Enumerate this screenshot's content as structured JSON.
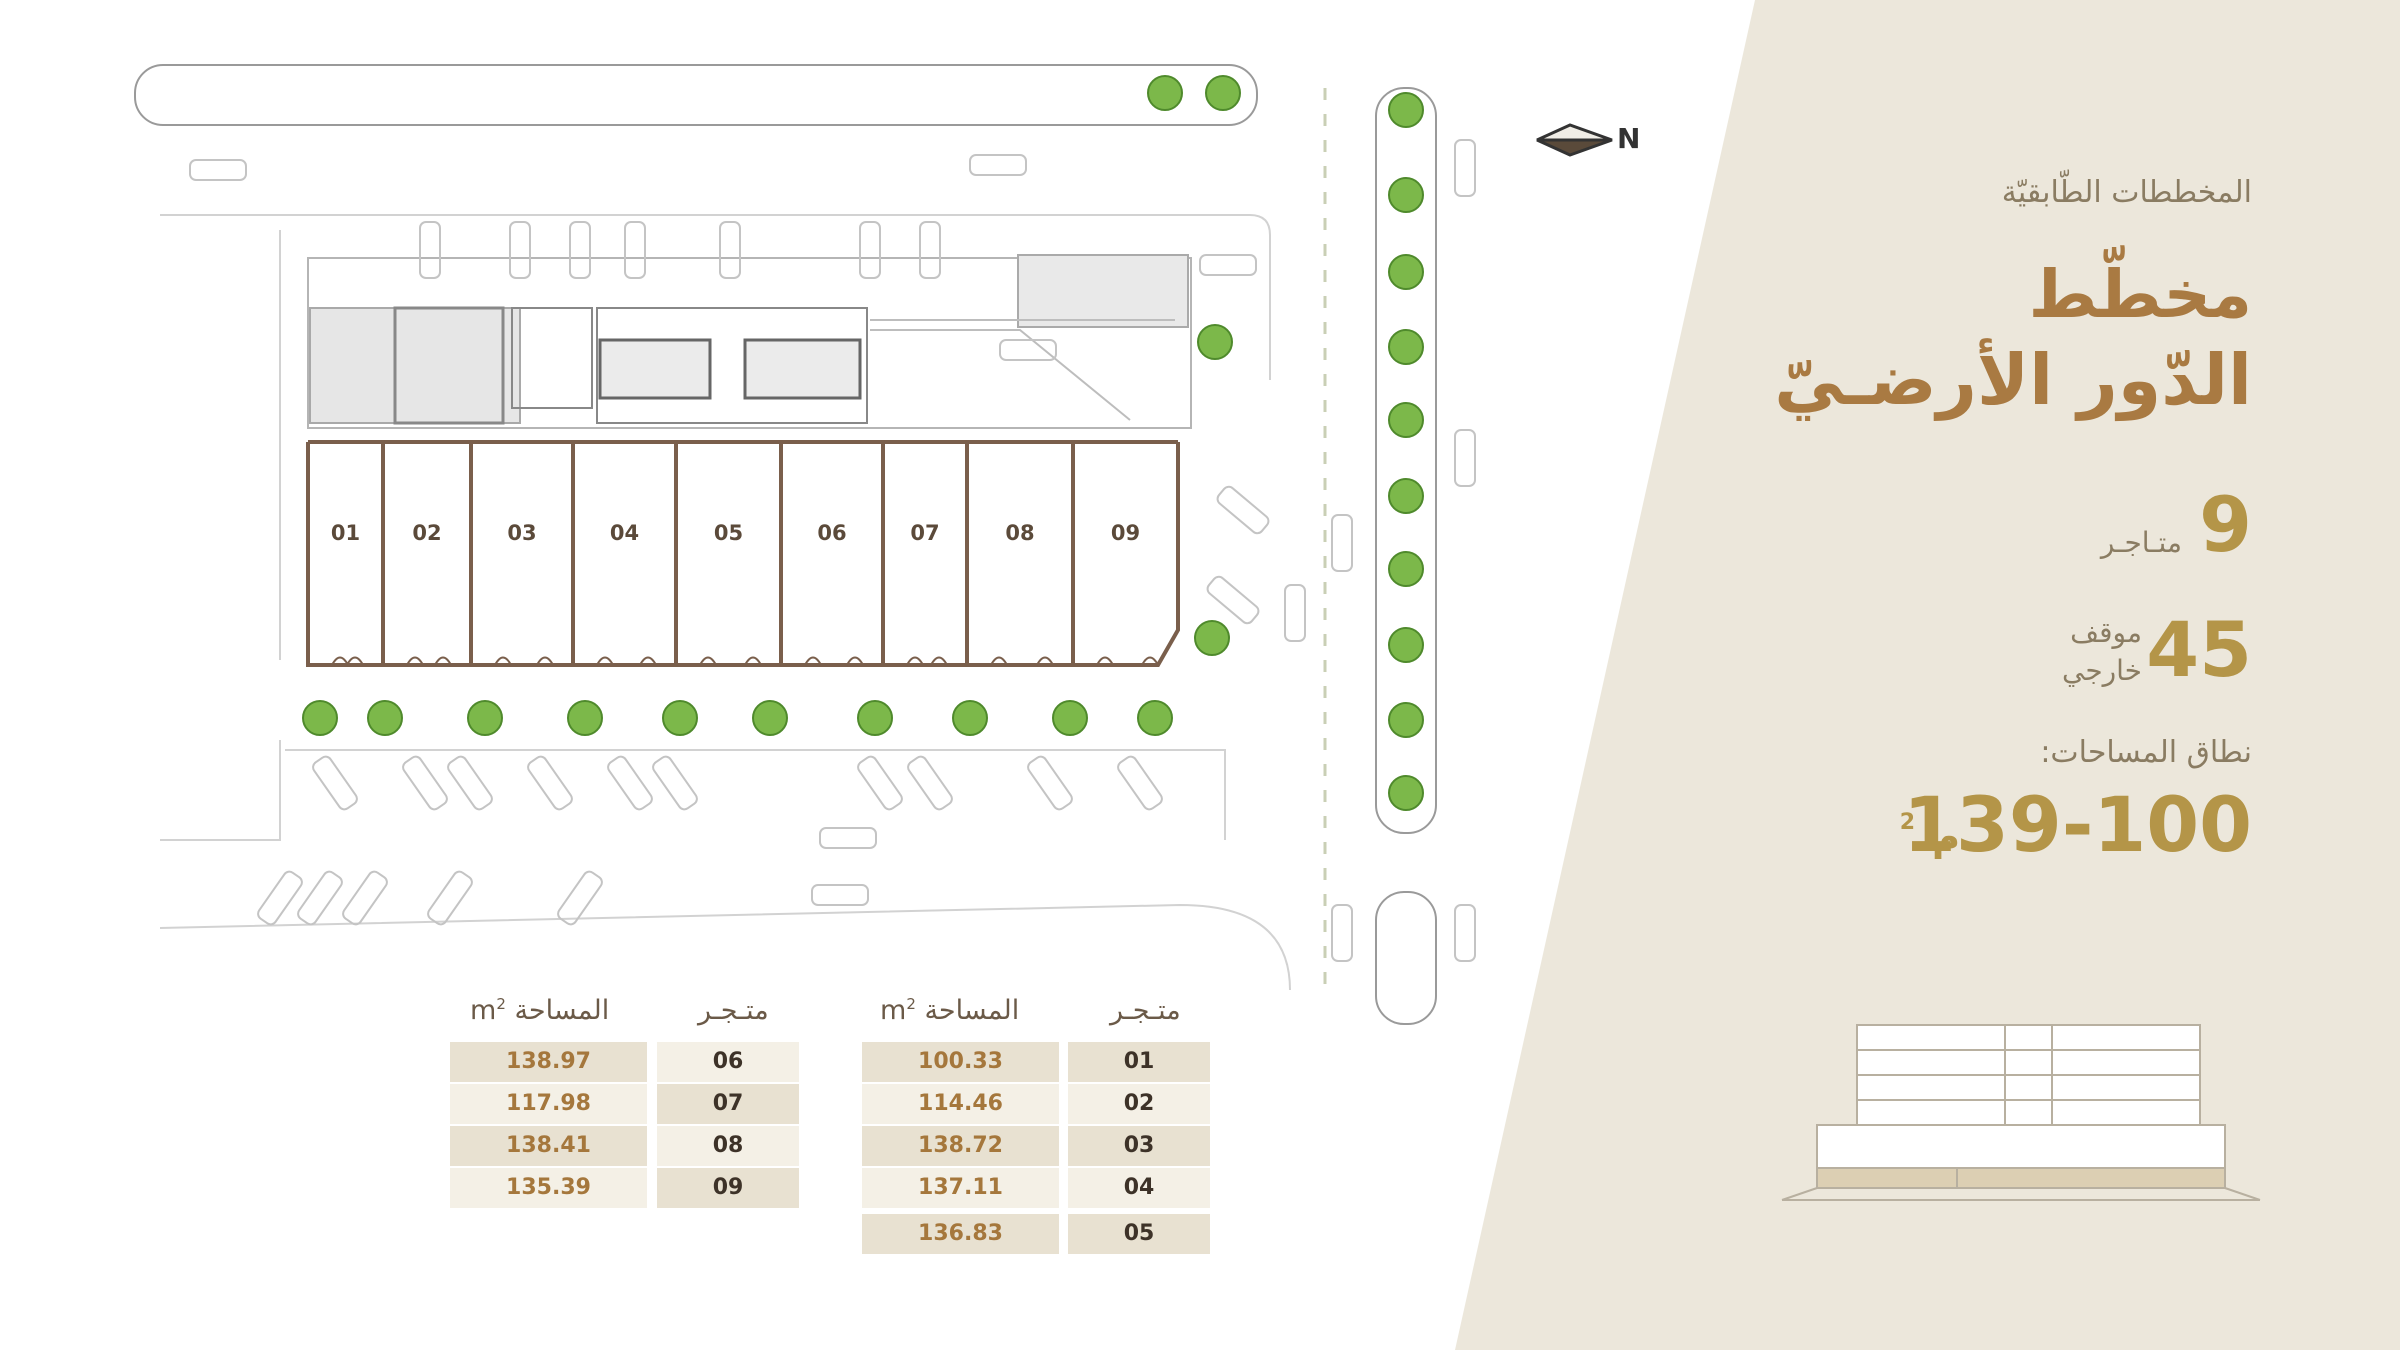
{
  "header": {
    "subtitle": "المخططات الطّابقيّة",
    "title_line1": "مخطّط",
    "title_line2": "الدّور الأرضـيّ"
  },
  "stats": {
    "shops_value": "9",
    "shops_label": "متـاجـر",
    "parking_value": "45",
    "parking_label_1": "موقف",
    "parking_label_2": "خارجي",
    "range_label": "نطاق المساحات:",
    "range_value": "139-100",
    "range_unit": "م",
    "range_unit_sup": "2"
  },
  "north_label": "N",
  "plan": {
    "shop_numbers": [
      "01",
      "02",
      "03",
      "04",
      "05",
      "06",
      "07",
      "08",
      "09"
    ]
  },
  "tables": {
    "area_header": "المساحة",
    "area_unit": "m",
    "area_unit_sup": "2",
    "shop_header": "متـجـر",
    "left": {
      "rows": [
        {
          "shop": "06",
          "area": "138.97"
        },
        {
          "shop": "07",
          "area": "117.98"
        },
        {
          "shop": "08",
          "area": "138.41"
        },
        {
          "shop": "09",
          "area": "135.39"
        }
      ]
    },
    "right": {
      "rows": [
        {
          "shop": "01",
          "area": "100.33"
        },
        {
          "shop": "02",
          "area": "114.46"
        },
        {
          "shop": "03",
          "area": "138.72"
        },
        {
          "shop": "04",
          "area": "137.11"
        },
        {
          "shop": "05",
          "area": "136.83"
        }
      ]
    }
  },
  "colors": {
    "panel_bg": "#ece7db",
    "accent_gold": "#b49548",
    "accent_brown": "#a97a42",
    "wall_brown": "#7a5f4c",
    "tree_green": "#7cb84a"
  }
}
